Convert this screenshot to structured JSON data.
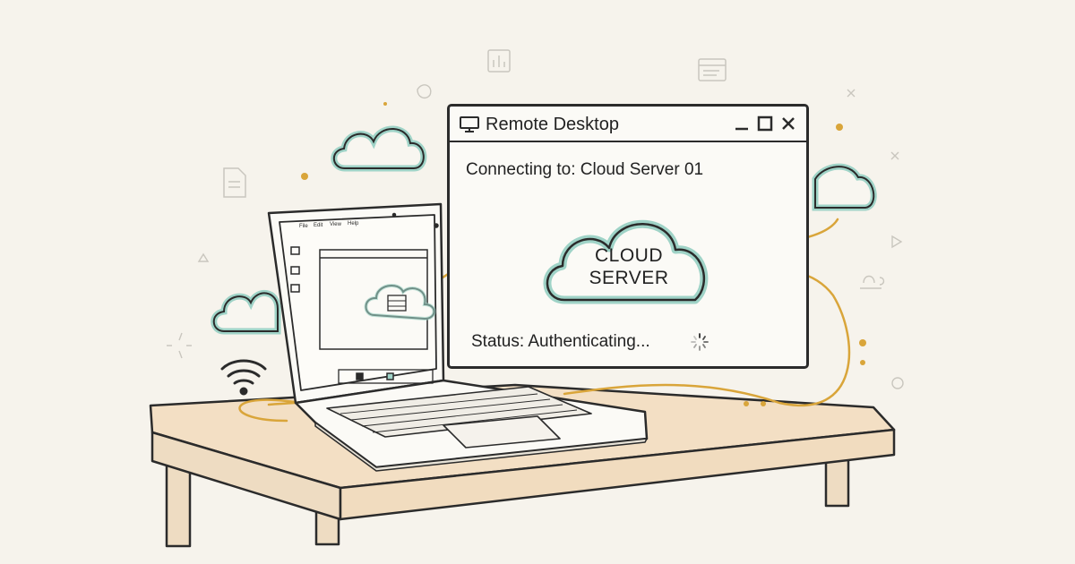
{
  "window": {
    "title": "Remote Desktop",
    "connecting_text": "Connecting to: Cloud Server 01",
    "server_label_line1": "CLOUD",
    "server_label_line2": "SERVER",
    "status_text": "Status: Authenticating..."
  },
  "laptop_screen": {
    "menu_items": [
      "File",
      "Edit",
      "View",
      "Help"
    ]
  },
  "colors": {
    "ink": "#2b2b2b",
    "teal": "#9fd3c7",
    "gold": "#d9a53a",
    "table": "#f1dcc0",
    "background": "#f6f3ec"
  },
  "icons": [
    "monitor-icon",
    "minimize-icon",
    "maximize-icon",
    "close-icon",
    "cloud-icon",
    "server-icon",
    "wifi-icon",
    "spinner-icon",
    "chart-icon",
    "document-icon",
    "list-icon"
  ]
}
